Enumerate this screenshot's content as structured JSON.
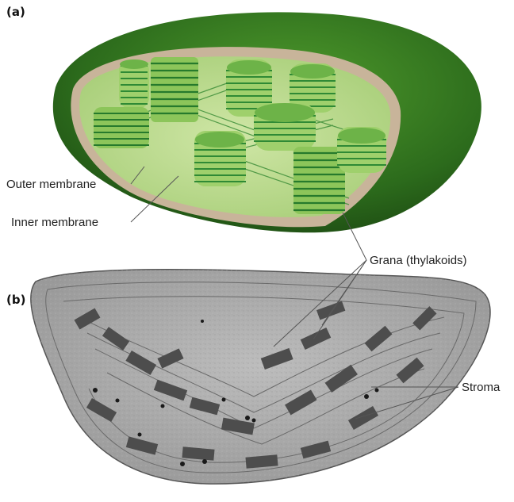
{
  "panels": {
    "a": "(a)",
    "b": "(b)"
  },
  "labels": {
    "outer_membrane": "Outer membrane",
    "inner_membrane": "Inner membrane",
    "grana": "Grana (thylakoids)",
    "stroma": "Stroma"
  },
  "colors": {
    "chloroplast_dark": "#2c6b1c",
    "chloroplast_mid": "#4a9a2a",
    "stroma_green": "#b8d88a",
    "thylakoid": "#2f8a35",
    "membrane_tan": "#c8b49a",
    "micrograph_gray": "#a7a7a7"
  }
}
